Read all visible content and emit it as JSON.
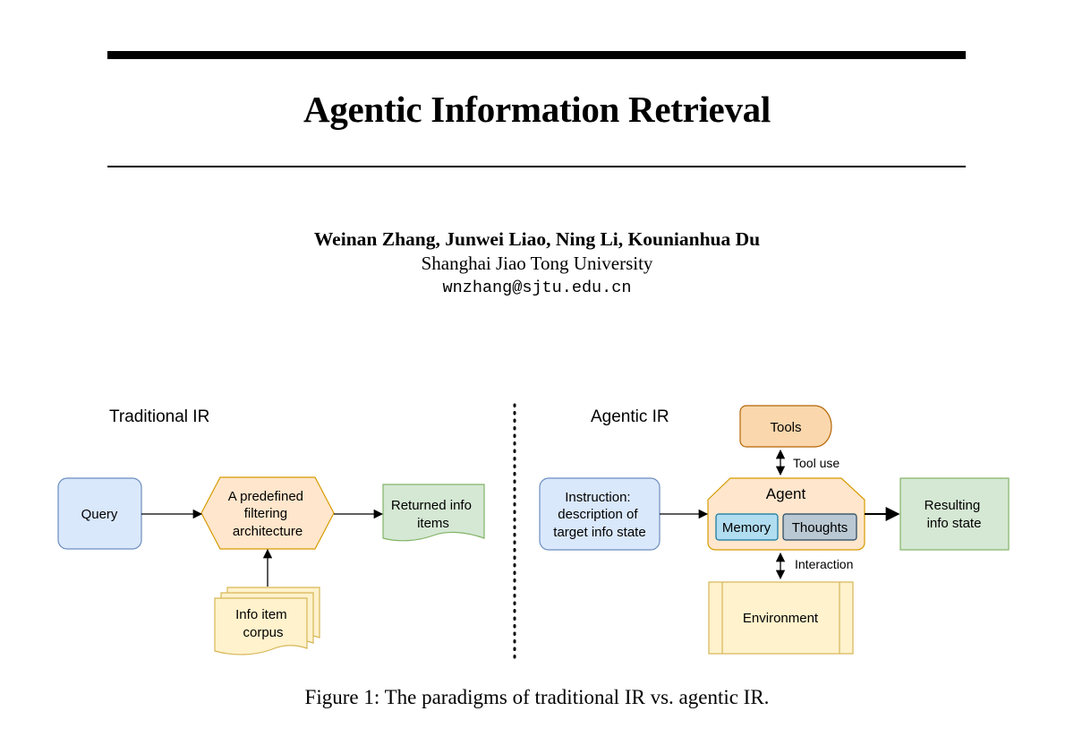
{
  "paper": {
    "title": "Agentic Information Retrieval",
    "authors": "Weinan Zhang, Junwei Liao, Ning Li, Kounianhua Du",
    "affiliation": "Shanghai Jiao Tong University",
    "email": "wnzhang@sjtu.edu.cn"
  },
  "figure": {
    "caption": "Figure 1: The paradigms of traditional IR vs. agentic IR.",
    "traditional": {
      "heading": "Traditional IR",
      "query": "Query",
      "filter": [
        "A predefined",
        "filtering",
        "architecture"
      ],
      "returned": [
        "Returned info",
        "items"
      ],
      "corpus": [
        "Info item",
        "corpus"
      ]
    },
    "agentic": {
      "heading": "Agentic IR",
      "instruction": [
        "Instruction:",
        "description of",
        "target info state"
      ],
      "tools": "Tools",
      "tool_use": "Tool use",
      "agent": "Agent",
      "memory": "Memory",
      "thoughts": "Thoughts",
      "resulting": [
        "Resulting",
        "info state"
      ],
      "interaction": "Interaction",
      "environment": "Environment"
    }
  },
  "colors": {
    "blue_fill": "#dae8fc",
    "blue_stroke": "#6c8ebf",
    "orange_fill": "#ffe6cc",
    "orange_stroke": "#d79b00",
    "green_fill": "#d5e8d4",
    "green_stroke": "#82b366",
    "yellow_fill": "#fff2cc",
    "yellow_stroke": "#d6b656",
    "tools_fill": "#fad7ac",
    "tools_stroke": "#b46504",
    "cyan_fill": "#b1ddf0",
    "cyan_stroke": "#10739e",
    "gray_fill": "#bac8d3",
    "gray_stroke": "#23445d"
  }
}
